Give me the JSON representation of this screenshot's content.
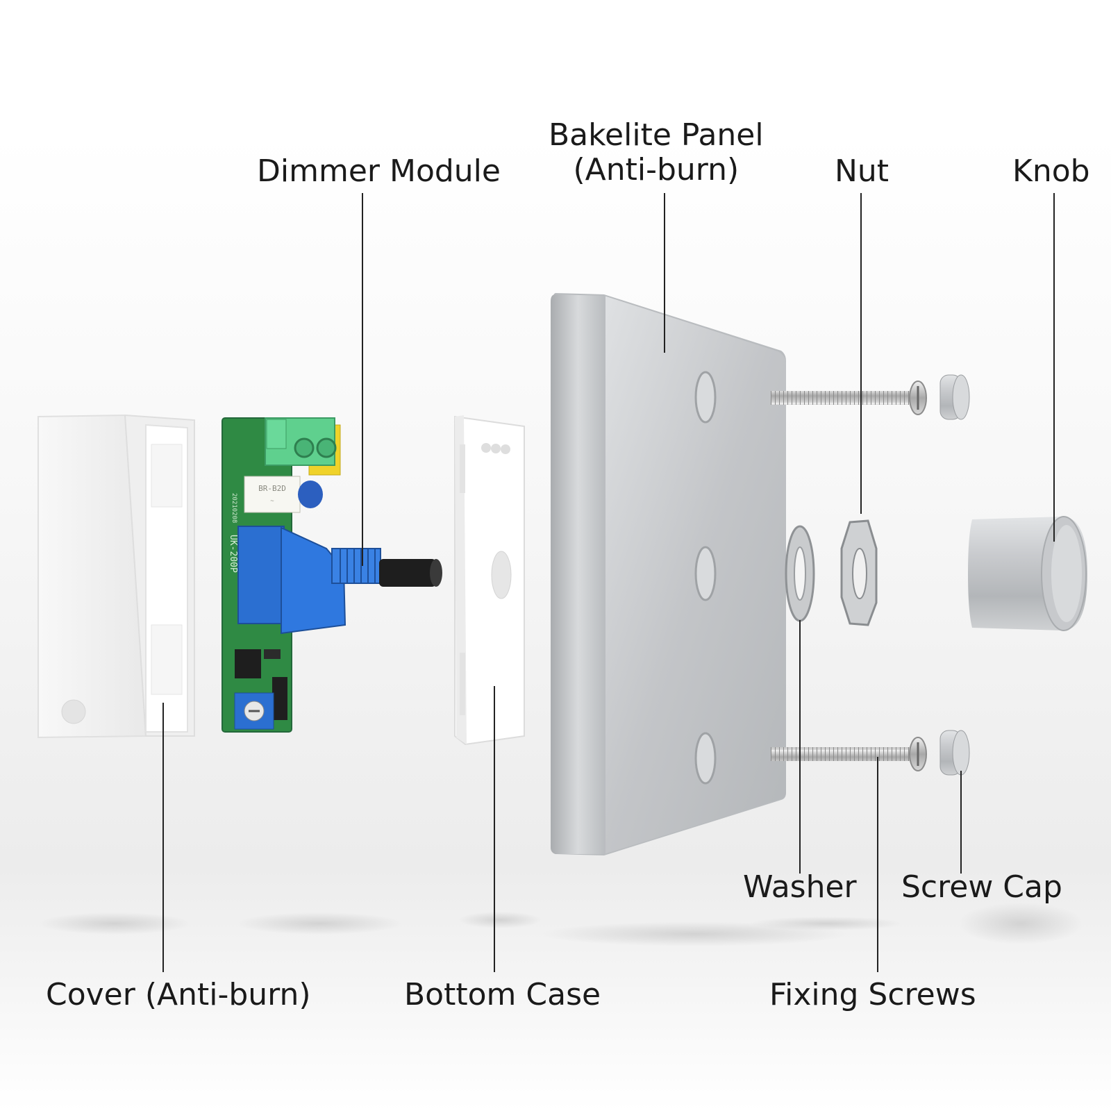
{
  "labels": {
    "dimmer_module": "Dimmer Module",
    "bakelite_panel_line1": "Bakelite Panel",
    "bakelite_panel_line2": "(Anti-burn)",
    "nut": "Nut",
    "knob": "Knob",
    "washer": "Washer",
    "screw_cap": "Screw Cap",
    "cover": "Cover (Anti-burn)",
    "bottom_case": "Bottom Case",
    "fixing_screws": "Fixing Screws"
  },
  "pcb_markings": {
    "relay": "BR-B2D",
    "board_model": "UK-200P",
    "board_date": "20210208"
  },
  "colors": {
    "label_text": "#1a1a1a",
    "leader_line": "#222222",
    "aluminum": "#c4c6c9",
    "pcb_green": "#2f8a44",
    "potentiometer_blue": "#2b6fd1",
    "terminal_green": "#5fd08e",
    "terminal_yellow": "#f0d22a",
    "plastic_white": "#f4f4f4"
  }
}
